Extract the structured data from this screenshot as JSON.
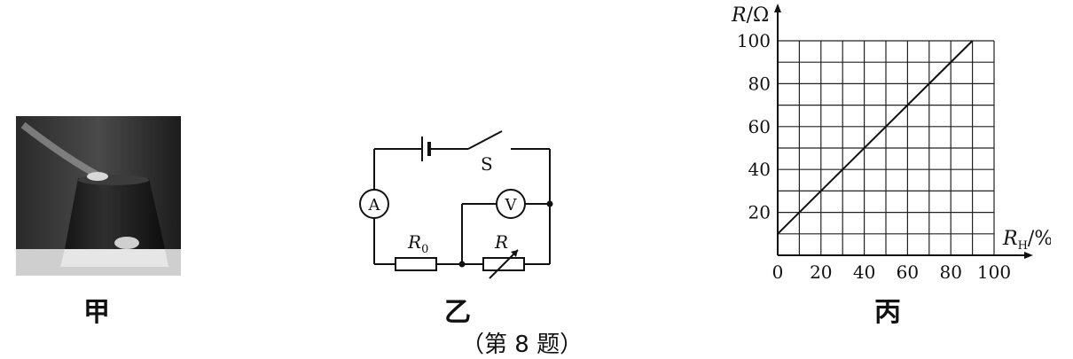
{
  "panels": {
    "photo_label": "甲",
    "circuit_label": "乙",
    "chart_label": "丙"
  },
  "figure_caption": "（第 8 题）",
  "circuit": {
    "switch_label": "S",
    "ammeter_label": "A",
    "voltmeter_label": "V",
    "fixed_resistor_label": "R",
    "fixed_resistor_sub": "0",
    "variable_resistor_label": "R"
  },
  "chart_data": {
    "type": "line",
    "ylabel_main": "R",
    "ylabel_unit": "/Ω",
    "xlabel_main": "R",
    "xlabel_sub": "H",
    "xlabel_unit": "/%",
    "x_ticks": [
      0,
      20,
      40,
      60,
      80,
      100
    ],
    "y_ticks": [
      20,
      40,
      60,
      80,
      100
    ],
    "xlim": [
      0,
      100
    ],
    "ylim": [
      0,
      100
    ],
    "grid": true,
    "series": [
      {
        "x": [
          0,
          90
        ],
        "y": [
          10,
          100
        ]
      }
    ]
  }
}
